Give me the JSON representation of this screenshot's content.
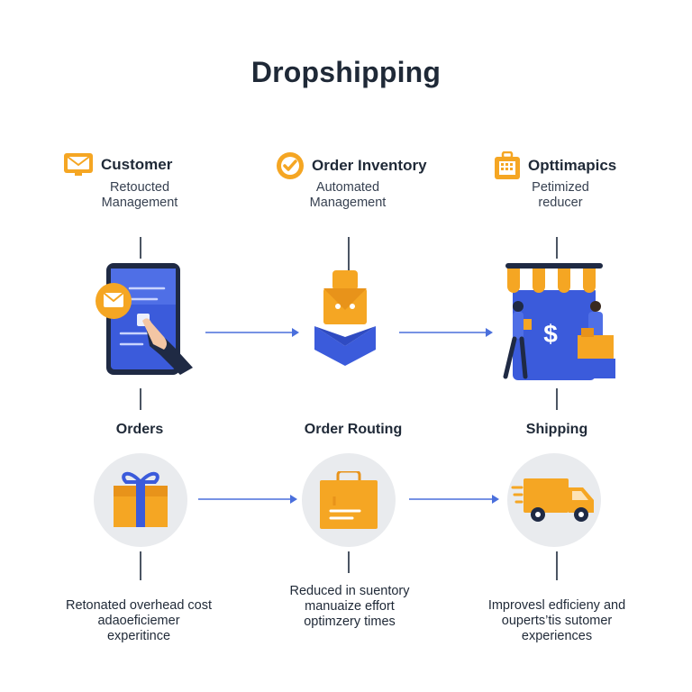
{
  "title": "Dropshipping",
  "top": [
    {
      "header": "Customer",
      "sub": [
        "Retoucted",
        "Management"
      ],
      "icon": "email-icon"
    },
    {
      "header": "Order Inventory",
      "sub": [
        "Automated",
        "Management"
      ],
      "icon": "checkmark-badge-icon"
    },
    {
      "header": "Opttimapics",
      "sub": [
        "Petimized",
        "reducer"
      ],
      "icon": "calendar-briefcase-icon"
    }
  ],
  "middle_labels": [
    "Orders",
    "Order Routing",
    "Shipping"
  ],
  "bottom": [
    {
      "icon": "gift-box-icon",
      "desc": [
        "Retonated overhead cost",
        "adaoe️ficiemer",
        "experitince"
      ]
    },
    {
      "icon": "shopping-bag-icon",
      "desc": [
        "Reduced in suentory",
        "manuaize effort",
        "optimzery times"
      ]
    },
    {
      "icon": "delivery-truck-icon",
      "desc": [
        "Improvesl edficieny and",
        "ouperts’tis sutomer",
        "experiences"
      ]
    }
  ],
  "colors": {
    "accent_orange": "#f5a623",
    "accent_blue": "#3b5bdb",
    "arrow": "#4a6fdc"
  }
}
